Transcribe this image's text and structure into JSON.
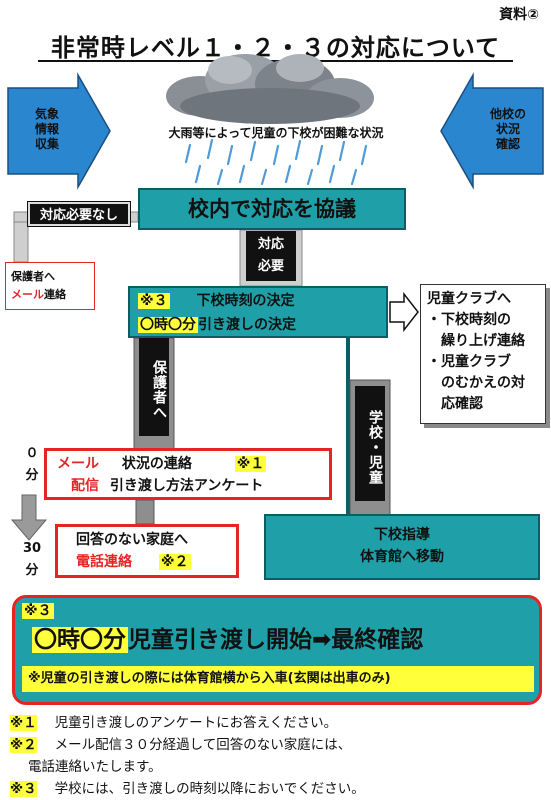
{
  "header": {
    "doc_label": "資料②",
    "title": "非常時レベル１・２・３の対応について"
  },
  "inputs": {
    "left_label_lines": [
      "気象",
      "情報",
      "収集"
    ],
    "right_label_lines": [
      "他校の",
      "状況",
      "確認"
    ]
  },
  "situation": "大雨等によって児童の下校が困難な状況",
  "consult": "校内で対応を協議",
  "branches": {
    "no_need": "対応必要なし",
    "need_lines": [
      "対応",
      "必要"
    ]
  },
  "guardian_notice": {
    "line1": "保護者へ",
    "line2_red": "メール",
    "line2_rest": "連絡"
  },
  "decision": {
    "ref": "※３",
    "line1": "下校時刻の決定",
    "time": "〇時〇分",
    "line2": "引き渡しの決定"
  },
  "club": {
    "title": "児童クラブへ",
    "item1_lines": [
      "・下校時刻の",
      "繰り上げ連絡"
    ],
    "item2_lines": [
      "・児童クラブ",
      "のむかえの対",
      "応確認"
    ]
  },
  "tracks": {
    "guardian": "保護者へ",
    "school": "学校・児童"
  },
  "timeline": {
    "t0_lines": [
      "０",
      "分"
    ],
    "t30_lines": [
      "30",
      "分"
    ]
  },
  "mail_box": {
    "mail": "メール",
    "status": "状況の連絡",
    "ref": "※１",
    "delivery": "配信",
    "survey": "引き渡し方法アンケート"
  },
  "phone_box": {
    "line1": "回答のない家庭へ",
    "phone": "電話連絡",
    "ref": "※２"
  },
  "guidance": {
    "line1": "下校指導",
    "line2": "体育館へ移動"
  },
  "final": {
    "ref": "※３",
    "time": "〇時〇分",
    "main": "児童引き渡し開始➡最終確認",
    "note": "※児童の引き渡しの際には体育館横から入車(玄関は出車のみ)"
  },
  "notes": [
    {
      "mark": "※１",
      "text": "児童引き渡しのアンケートにお答えください。"
    },
    {
      "mark": "※２",
      "text": "メール配信３０分経過して回答のない家庭には、"
    },
    {
      "mark": "",
      "text": "電話連絡いたします。"
    },
    {
      "mark": "※３",
      "text": "学校には、引き渡しの時刻以降においでください。"
    }
  ],
  "colors": {
    "teal": "#1fa0a8",
    "red": "#e52424",
    "highlight": "#ffff3a",
    "arrow_blue": "#2b86d0"
  }
}
